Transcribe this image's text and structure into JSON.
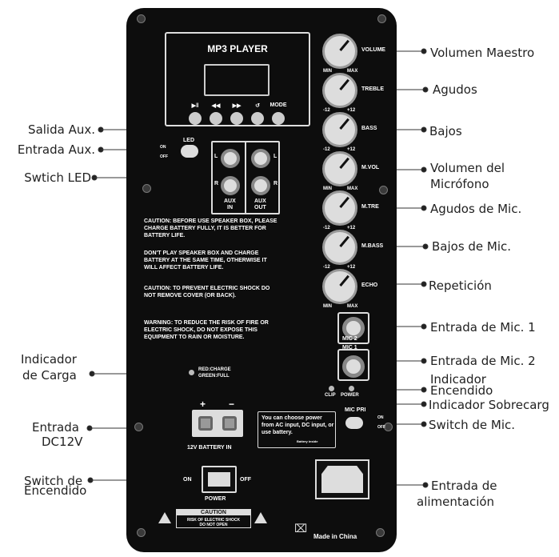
{
  "labels_right": {
    "volumen_maestro": "Volumen Maestro",
    "agudos": "Agudos",
    "bajos": "Bajos",
    "volumen_mic_1": "Volumen del",
    "volumen_mic_2": "Micrófono",
    "agudos_mic": "Agudos de Mic.",
    "bajos_mic": "Bajos de Mic.",
    "repeticion": "Repetición",
    "entrada_mic_1": "Entrada de Mic. 1",
    "entrada_mic_2": "Entrada de Mic. 2",
    "ind_encendido_1": "Indicador",
    "ind_encendido_2": "Encendido",
    "ind_sobrecarga": "Indicador Sobrecarg",
    "switch_mic": "Switch de Mic.",
    "entrada_alim_1": "Entrada de",
    "entrada_alim_2": "alimentación"
  },
  "labels_left": {
    "salida_aux": "Salida Aux.",
    "entrada_aux": "Entrada Aux.",
    "switch_led": "Swtich LED",
    "ind_carga_1": "Indicador",
    "ind_carga_2": "de Carga",
    "entrada_dc_1": "Entrada",
    "entrada_dc_2": "DC12V",
    "switch_enc_1": "Switch de",
    "switch_enc_2": "Encendido"
  },
  "panel": {
    "mp3_title": "MP3 PLAYER",
    "mp3_buttons": [
      "▶‖",
      "◀◀",
      "▶▶",
      "↺",
      "MODE"
    ],
    "led": "LED",
    "on": "ON",
    "off": "OFF",
    "aux_in_1": "AUX",
    "aux_in_2": "IN",
    "aux_out_1": "AUX",
    "aux_out_2": "OUT",
    "l": "L",
    "r": "R",
    "caution_1": "CAUTION: BEFORE USE SPEAKER BOX, PLEASE CHARGE BATTERY FULLY, IT IS BETTER FOR BATTERY LIFE.",
    "caution_2": "DON'T PLAY SPEAKER BOX AND CHARGE BATTERY AT THE SAME TIME, OTHERWISE IT WILL AFFECT BATTERY LIFE.",
    "caution_3": "CAUTION: TO PREVENT ELECTRIC SHOCK DO NOT REMOVE COVER (OR BACK).",
    "warning": "WARNING: TO REDUCE THE RISK OF FIRE OR ELECTRIC SHOCK, DO NOT EXPOSE THIS EQUIPMENT TO RAIN OR MOISTURE.",
    "red_charge": "RED:CHARGE",
    "green_full": "GREEN:FULL",
    "plus": "+",
    "minus": "−",
    "battery_in": "12V BATTERY IN",
    "power_note": "You can choose power from AC input, DC input, or use battery.",
    "battery_inside": "Battery inside",
    "mic_pri": "MIC PRI",
    "power": "POWER",
    "caution_box": "CAUTION",
    "caution_box_2": "RISK OF ELECTRIC SHOCK",
    "caution_box_3": "DO NOT OPEN",
    "made_in": "Made in China",
    "clip": "CLIP",
    "power_led": "POWER",
    "mic1": "MIC 1",
    "mic2": "MIC 2",
    "knobs": [
      {
        "name": "VOLUME",
        "min": "MIN",
        "max": "MAX"
      },
      {
        "name": "TREBLE",
        "min": "-12",
        "max": "+12"
      },
      {
        "name": "BASS",
        "min": "-12",
        "max": "+12"
      },
      {
        "name": "M.VOL",
        "min": "MIN",
        "max": "MAX"
      },
      {
        "name": "M.TRE",
        "min": "-12",
        "max": "+12"
      },
      {
        "name": "M.BASS",
        "min": "-12",
        "max": "+12"
      },
      {
        "name": "ECHO",
        "min": "MIN",
        "max": "MAX"
      }
    ]
  }
}
